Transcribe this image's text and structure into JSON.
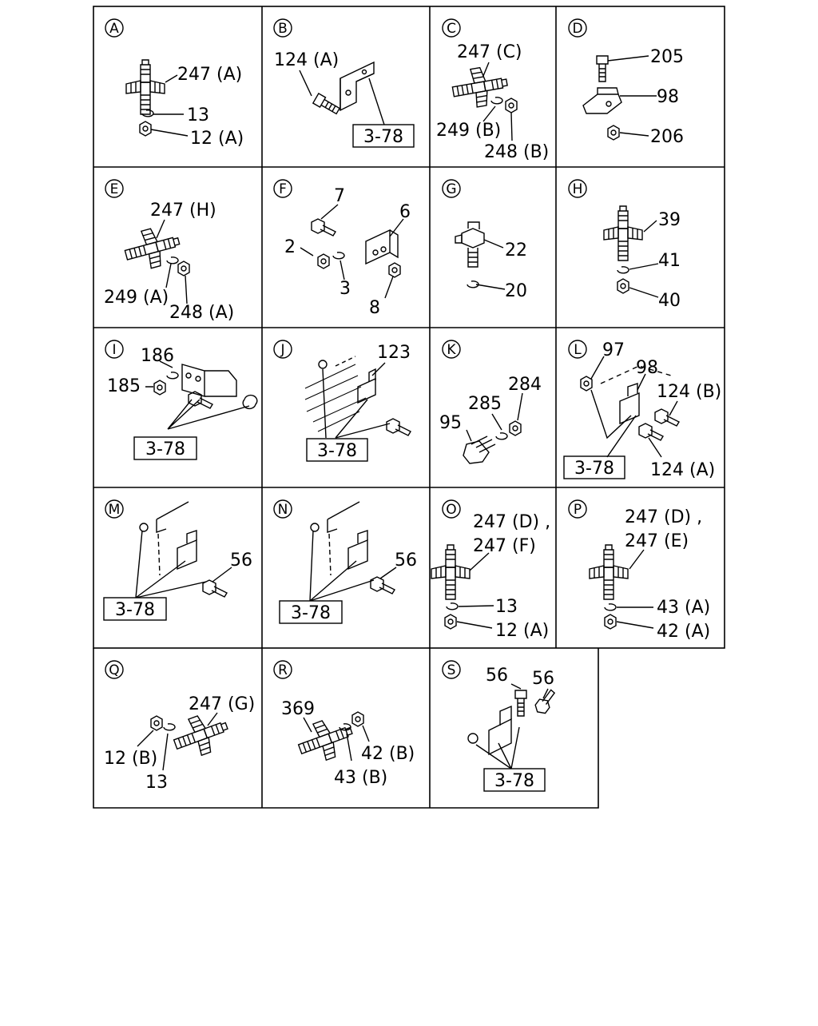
{
  "cells": [
    {
      "id": "A",
      "labels": [
        "247 (A)",
        "13",
        "12 (A)"
      ],
      "refs": []
    },
    {
      "id": "B",
      "labels": [
        "124 (A)"
      ],
      "refs": [
        "3-78"
      ]
    },
    {
      "id": "C",
      "labels": [
        "247 (C)",
        "249 (B)",
        "248 (B)"
      ],
      "refs": []
    },
    {
      "id": "D",
      "labels": [
        "205",
        "98",
        "206"
      ],
      "refs": []
    },
    {
      "id": "E",
      "labels": [
        "247 (H)",
        "249 (A)",
        "248 (A)"
      ],
      "refs": []
    },
    {
      "id": "F",
      "labels": [
        "7",
        "6",
        "2",
        "3",
        "8"
      ],
      "refs": []
    },
    {
      "id": "G",
      "labels": [
        "22",
        "20"
      ],
      "refs": []
    },
    {
      "id": "H",
      "labels": [
        "39",
        "41",
        "40"
      ],
      "refs": []
    },
    {
      "id": "I",
      "labels": [
        "186",
        "185"
      ],
      "refs": [
        "3-78"
      ]
    },
    {
      "id": "J",
      "labels": [
        "123"
      ],
      "refs": [
        "3-78"
      ]
    },
    {
      "id": "K",
      "labels": [
        "284",
        "285",
        "95"
      ],
      "refs": []
    },
    {
      "id": "L",
      "labels": [
        "97",
        "98",
        "124 (B)",
        "124 (A)"
      ],
      "refs": [
        "3-78"
      ]
    },
    {
      "id": "M",
      "labels": [
        "56"
      ],
      "refs": [
        "3-78"
      ]
    },
    {
      "id": "N",
      "labels": [
        "56"
      ],
      "refs": [
        "3-78"
      ]
    },
    {
      "id": "O",
      "labels": [
        "247 (D) ,",
        "247 (F)",
        "13",
        "12 (A)"
      ],
      "refs": []
    },
    {
      "id": "P",
      "labels": [
        "247 (D) ,",
        "247 (E)",
        "43 (A)",
        "42 (A)"
      ],
      "refs": []
    },
    {
      "id": "Q",
      "labels": [
        "247 (G)",
        "12 (B)",
        "13"
      ],
      "refs": []
    },
    {
      "id": "R",
      "labels": [
        "369",
        "42 (B)",
        "43 (B)"
      ],
      "refs": []
    },
    {
      "id": "S",
      "labels": [
        "56",
        "56"
      ],
      "refs": [
        "3-78"
      ]
    }
  ]
}
